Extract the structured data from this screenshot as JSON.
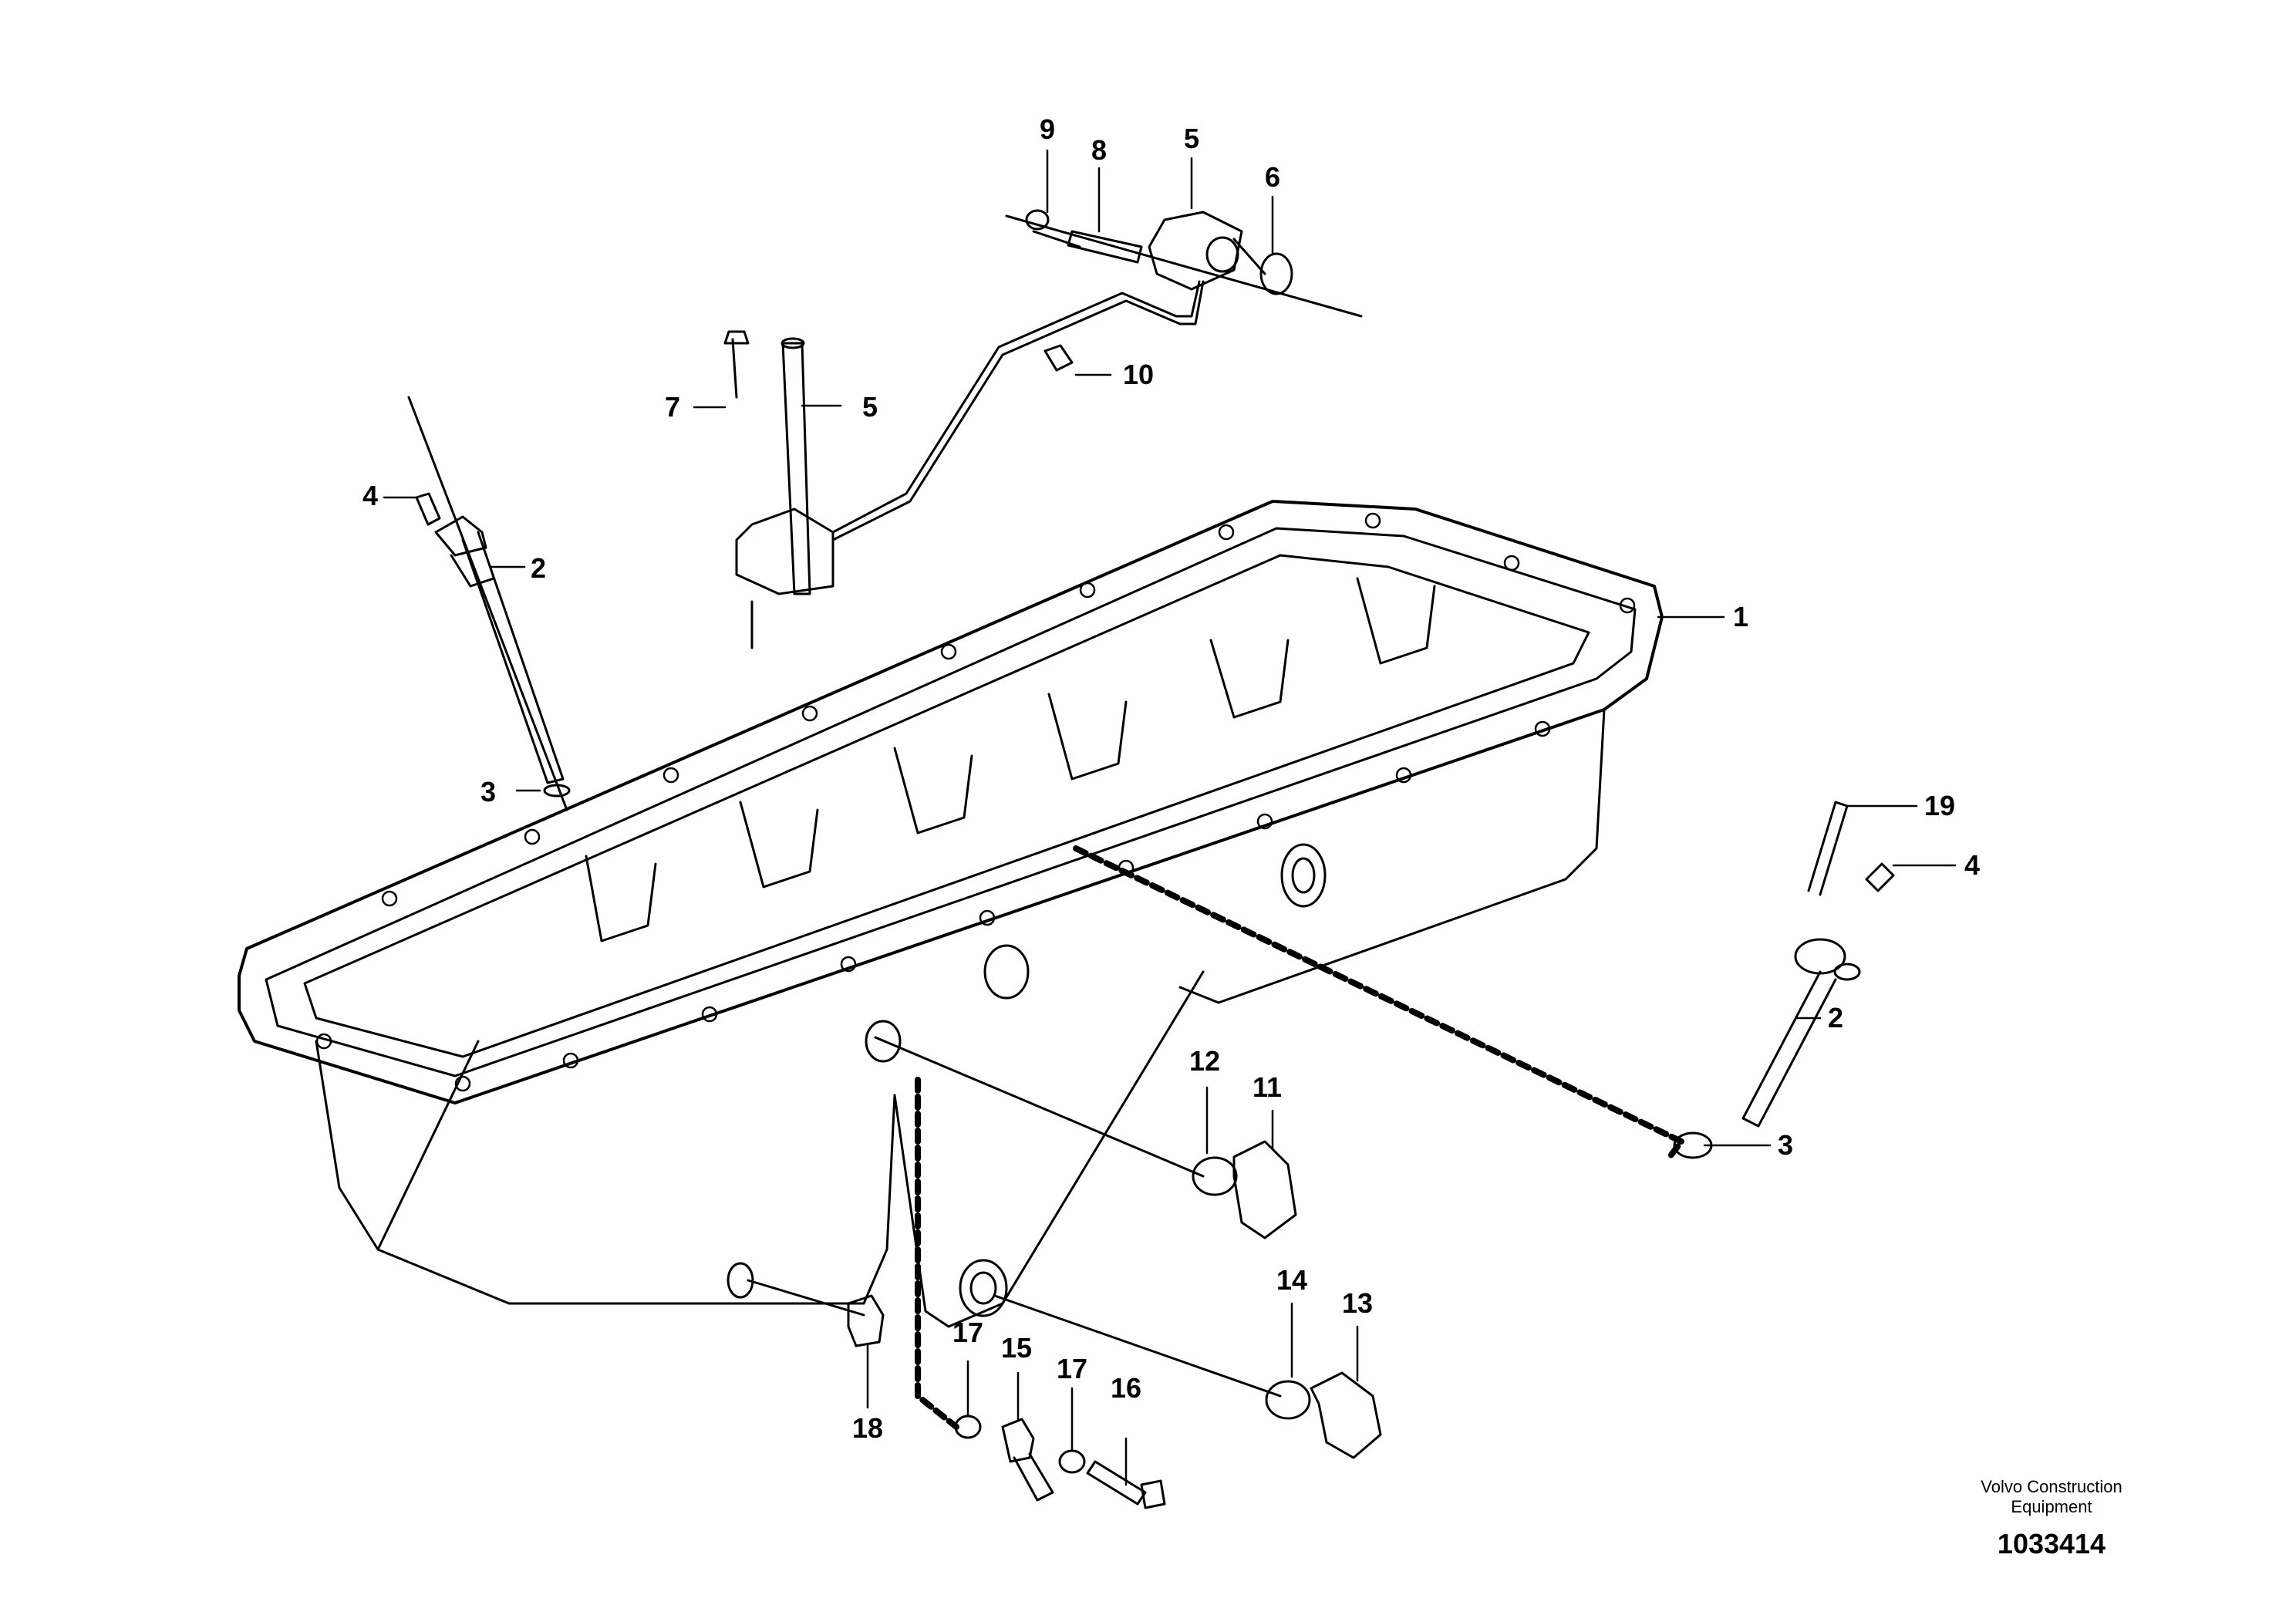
{
  "diagram": {
    "callouts": [
      "1",
      "2",
      "3",
      "4",
      "5",
      "6",
      "7",
      "8",
      "9",
      "10",
      "11",
      "12",
      "13",
      "14",
      "15",
      "16",
      "17",
      "18",
      "19"
    ],
    "labels": [
      {
        "id": "c1",
        "text": "1"
      },
      {
        "id": "c2a",
        "text": "2"
      },
      {
        "id": "c2b",
        "text": "2"
      },
      {
        "id": "c3a",
        "text": "3"
      },
      {
        "id": "c3b",
        "text": "3"
      },
      {
        "id": "c4a",
        "text": "4"
      },
      {
        "id": "c4b",
        "text": "4"
      },
      {
        "id": "c5a",
        "text": "5"
      },
      {
        "id": "c5b",
        "text": "5"
      },
      {
        "id": "c6",
        "text": "6"
      },
      {
        "id": "c7",
        "text": "7"
      },
      {
        "id": "c8",
        "text": "8"
      },
      {
        "id": "c9",
        "text": "9"
      },
      {
        "id": "c10",
        "text": "10"
      },
      {
        "id": "c11",
        "text": "11"
      },
      {
        "id": "c12",
        "text": "12"
      },
      {
        "id": "c13",
        "text": "13"
      },
      {
        "id": "c14",
        "text": "14"
      },
      {
        "id": "c15",
        "text": "15"
      },
      {
        "id": "c16",
        "text": "16"
      },
      {
        "id": "c17a",
        "text": "17"
      },
      {
        "id": "c17b",
        "text": "17"
      },
      {
        "id": "c18",
        "text": "18"
      },
      {
        "id": "c19",
        "text": "19"
      }
    ]
  },
  "footer": {
    "brand_line1": "Volvo Construction",
    "brand_line2": "Equipment",
    "illustration_number": "1033414"
  }
}
